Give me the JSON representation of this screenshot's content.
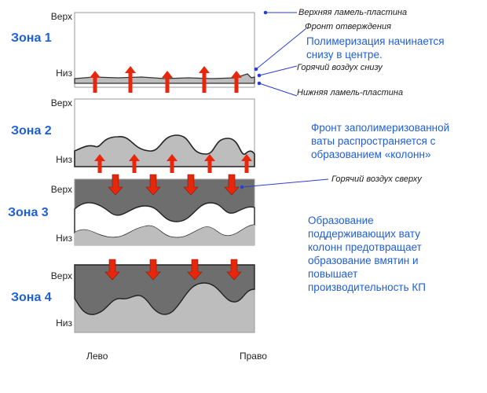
{
  "zones": [
    {
      "label": "Зона 1",
      "top": "Верх",
      "bottom": "Низ"
    },
    {
      "label": "Зона 2",
      "top": "Верх",
      "bottom": "Низ"
    },
    {
      "label": "Зона 3",
      "top": "Верх",
      "bottom": "Низ"
    },
    {
      "label": "Зона 4",
      "top": "Верх",
      "bottom": "Низ"
    }
  ],
  "callouts": {
    "upper_plate": "Верхняя ламель-пластина",
    "cure_front": "Фронт отверждения",
    "hot_air_below": "Горячий воздух снизу",
    "lower_plate": "Нижняя ламель-пластина",
    "hot_air_above": "Горячий воздух сверху"
  },
  "notes": {
    "zone1": [
      "Полимеризация начинается",
      "снизу в центре."
    ],
    "zone2": [
      "Фронт заполимеризованной",
      "ваты распространяется  с",
      "образованием «колонн»"
    ],
    "zone34": [
      "Образование",
      "поддерживающих вату",
      "колонн предотвращает",
      "образование вмятин и",
      "повышает",
      "производительность КП"
    ]
  },
  "axis": {
    "left": "Лево",
    "right": "Право"
  },
  "colors": {
    "arrow": "#e8260c",
    "light_fill": "#bdbdbd",
    "dark_fill": "#6e6e6e",
    "note_blue": "#1f5fd6",
    "leader": "#2b3fd1"
  }
}
